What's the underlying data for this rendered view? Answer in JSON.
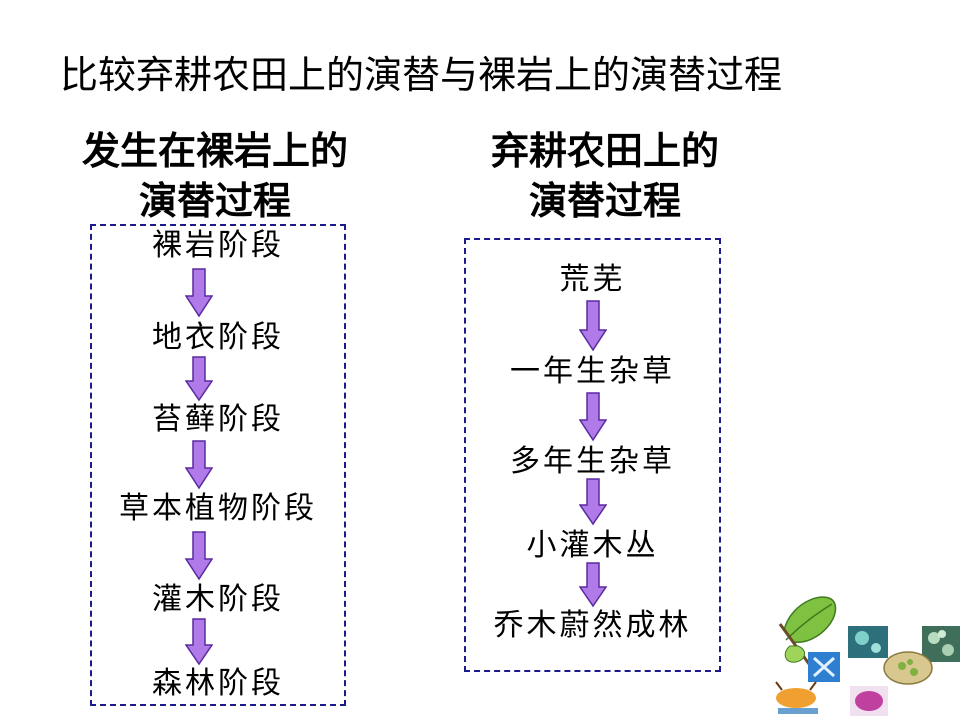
{
  "title": "比较弃耕农田上的演替与裸岩上的演替过程",
  "left": {
    "heading_line1": "发生在裸岩上的",
    "heading_line2": "演替过程",
    "stages": [
      "裸岩阶段",
      "地衣阶段",
      "苔藓阶段",
      "草本植物阶段",
      "灌木阶段",
      "森林阶段"
    ]
  },
  "right": {
    "heading_line1": "弃耕农田上的",
    "heading_line2": "演替过程",
    "stages": [
      "荒芜",
      "一年生杂草",
      "多年生杂草",
      "小灌木丛",
      "乔木蔚然成林"
    ]
  },
  "colors": {
    "arrow_fill": "#b07ae8",
    "arrow_stroke": "#5a2aa0",
    "box_border": "#1a1a8c"
  },
  "icons": [
    "leaf-icon",
    "cell-image-icon",
    "plant-cell-icon",
    "tissue-icon",
    "chromosome-icon",
    "insect-icon",
    "organ-icon"
  ]
}
